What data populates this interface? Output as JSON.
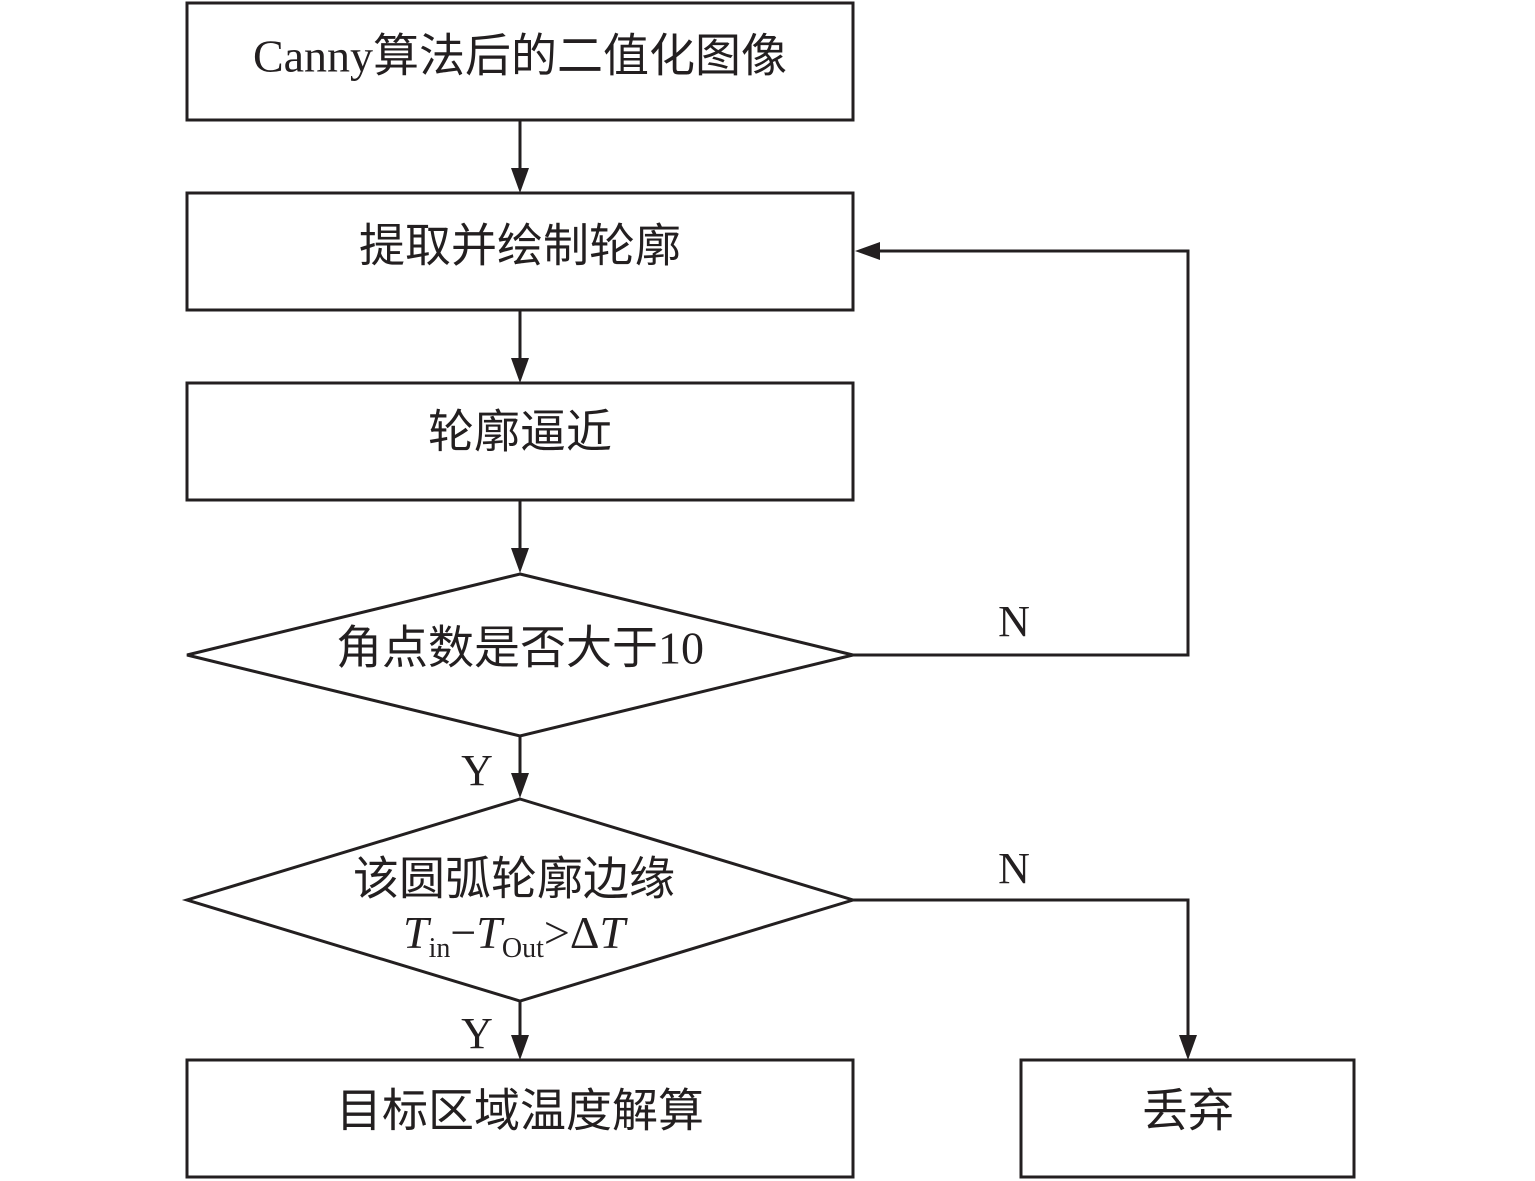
{
  "nodes": {
    "binary_image": "Canny算法后的二值化图像",
    "extract_contour": "提取并绘制轮廓",
    "contour_approx": "轮廓逼近",
    "corner_check": "角点数是否大于10",
    "arc_check_line1": "该圆弧轮廓边缘",
    "temp_solve": "目标区域温度解算",
    "discard": "丢弃"
  },
  "formula": {
    "t1": "T",
    "sub_in": "in",
    "minus": "−",
    "t2": "T",
    "sub_out": "Out",
    "gt": ">",
    "delta": "Δ",
    "t3": "T"
  },
  "edges": {
    "corner_no": "N",
    "corner_yes": "Y",
    "arc_no": "N",
    "arc_yes": "Y"
  }
}
